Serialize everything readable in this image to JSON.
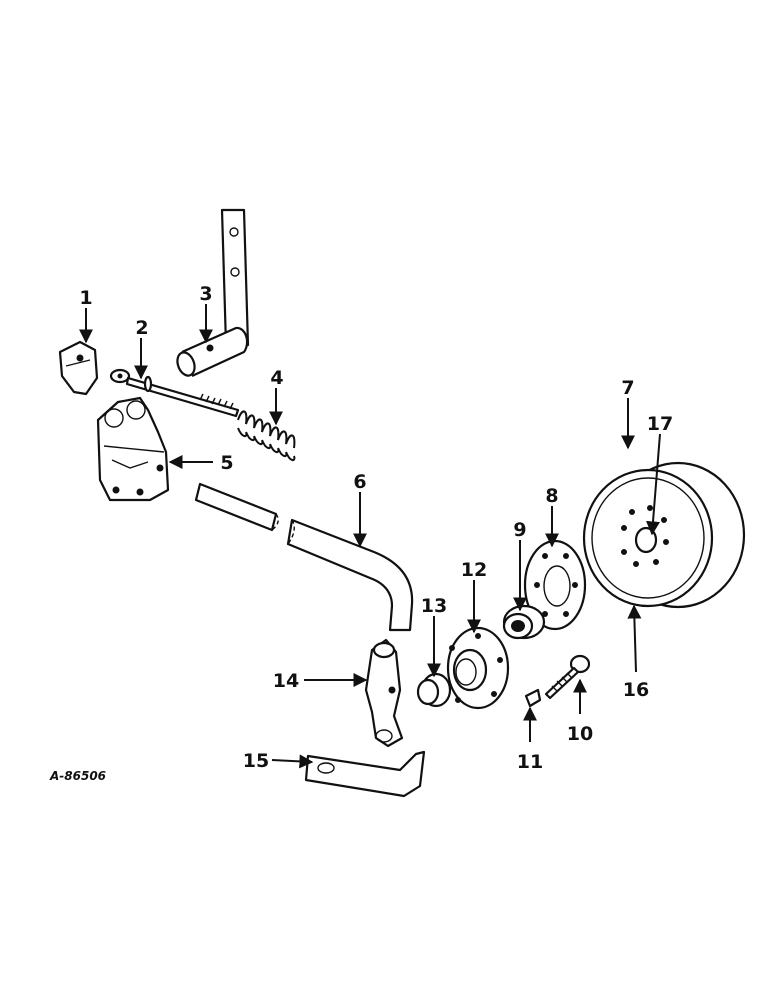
{
  "figure_id": "A-86506",
  "callouts": [
    "1",
    "2",
    "3",
    "4",
    "5",
    "6",
    "7",
    "8",
    "9",
    "10",
    "11",
    "12",
    "13",
    "14",
    "15",
    "16",
    "17"
  ]
}
